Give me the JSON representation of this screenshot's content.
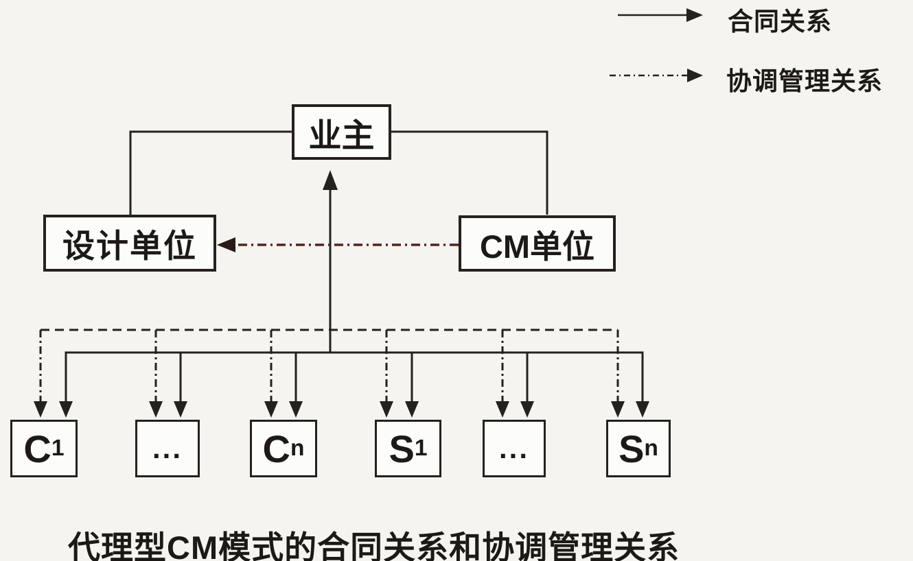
{
  "legend": {
    "items": [
      {
        "name": "contract-relationship",
        "label": "合同关系",
        "line_style": "solid-arrow"
      },
      {
        "name": "coordination-management-relationship",
        "label": "协调管理关系",
        "line_style": "dash-dot-arrow"
      }
    ]
  },
  "nodes": {
    "owner": {
      "label": "业主"
    },
    "design_unit": {
      "label": "设计单位"
    },
    "cm_unit": {
      "label": "CM单位"
    },
    "bottom_row": [
      {
        "label": "C",
        "sub": "1"
      },
      {
        "label": "...",
        "sub": ""
      },
      {
        "label": "C",
        "sub": "n"
      },
      {
        "label": "S",
        "sub": "1"
      },
      {
        "label": "...",
        "sub": ""
      },
      {
        "label": "S",
        "sub": "n"
      }
    ]
  },
  "caption": "代理型CM模式的合同关系和协调管理关系",
  "colors": {
    "line": "#24211e",
    "coordination_line": "#4e2620",
    "background": "#f5f4f1",
    "box_fill": "#fcfcfa",
    "text": "#1c1916"
  }
}
